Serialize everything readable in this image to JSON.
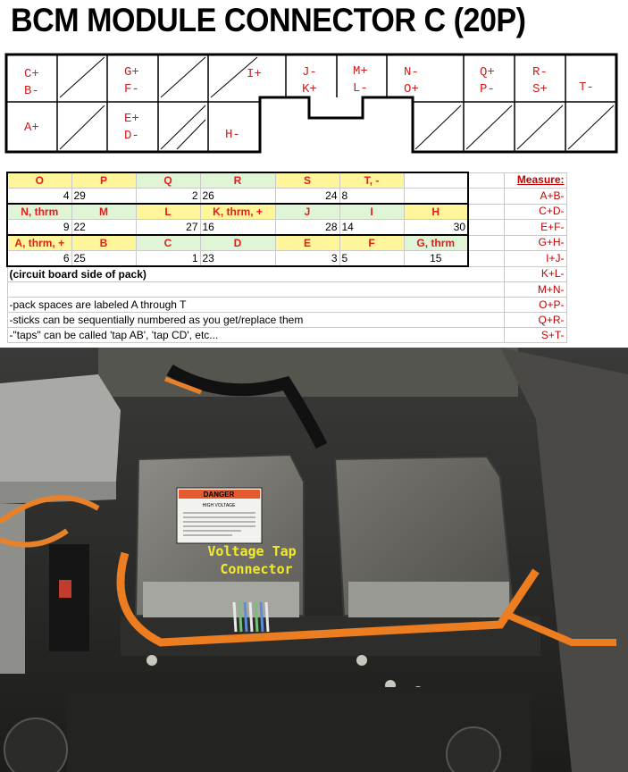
{
  "title": "BCM MODULE CONNECTOR C (20P)",
  "connector": {
    "labels": {
      "c1": "C+\nB-",
      "c1b": "A+",
      "c3": "G+\nF-",
      "c3b": "E+\nD-",
      "c5": "I+",
      "c5b": "H-",
      "c6": "J-\nK+",
      "c7": "M+\nL-",
      "c8": "N-\nO+",
      "c9": "Q+\nP-",
      "c10": "R-\nS+",
      "c11": "T-"
    }
  },
  "pack": {
    "row1_labels": [
      "O",
      "P",
      "Q",
      "R",
      "S",
      "T, -",
      ""
    ],
    "row1_nums": [
      "4",
      "29",
      "2",
      "26",
      "24",
      "8",
      ""
    ],
    "row2_labels": [
      "N, thrm",
      "M",
      "L",
      "K, thrm, +",
      "J",
      "I",
      "H"
    ],
    "row2_nums": [
      "9",
      "22",
      "27",
      "16",
      "28",
      "14",
      "30"
    ],
    "row3_labels": [
      "A, thrm, +",
      "B",
      "C",
      "D",
      "E",
      "F",
      "G, thrm"
    ],
    "row3_nums": [
      "6",
      "25",
      "1",
      "23",
      "3",
      "5",
      "15"
    ],
    "measure_header": "Measure:",
    "measures": [
      "A+B-",
      "C+D-",
      "E+F-",
      "G+H-",
      "I+J-",
      "K+L-",
      "M+N-",
      "O+P-",
      "Q+R-",
      "S+T-"
    ],
    "notes": [
      "(circuit board side of pack)",
      "-pack spaces are labeled A through T",
      "-sticks can be sequentially numbered as you get/replace them",
      "-\"taps\" can be called 'tap AB', 'tap CD', etc..."
    ]
  },
  "photo": {
    "label_line1": "Voltage Tap",
    "label_line2": "Connector",
    "danger_label": "DANGER",
    "danger_sub": "HIGH VOLTAGE"
  }
}
